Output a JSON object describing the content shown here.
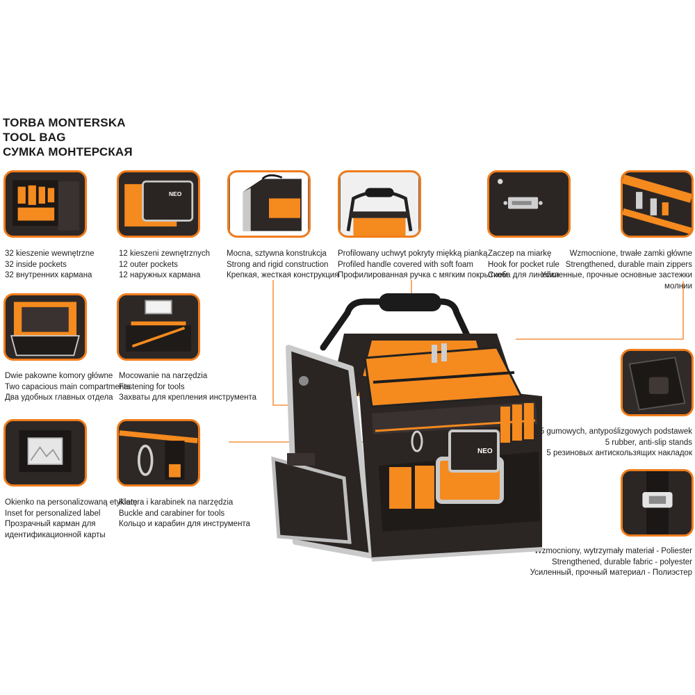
{
  "header": {
    "title_pl": "TORBA MONTERSKA",
    "title_en": "TOOL BAG",
    "title_ru": "СУМКА МОНТЕРСКАЯ"
  },
  "features": [
    {
      "name": "inside-pockets",
      "pl": "32 kieszenie wewnętrzne",
      "en": "32 inside pockets",
      "ru": "32 внутренних кармана"
    },
    {
      "name": "outer-pockets",
      "pl": "12 kieszeni zewnętrznych",
      "en": "12 outer pockets",
      "ru": "12 наружных кармана"
    },
    {
      "name": "rigid-construction",
      "pl": "Mocna, sztywna konstrukcja",
      "en": "Strong and rigid construction",
      "ru": "Крепкая, жесткая конструкция"
    },
    {
      "name": "profiled-handle",
      "pl": "Profilowany uchwyt pokryty miękką pianką",
      "en": "Profiled handle covered with soft foam",
      "ru": "Профилированная ручка с мягким покрытием"
    },
    {
      "name": "pocket-rule-hook",
      "pl": "Zaczep na miarkę",
      "en": "Hook for pocket rule",
      "ru": "Скоба для линейки"
    },
    {
      "name": "main-zippers",
      "pl": "Wzmocnione, trwałe zamki główne",
      "en": "Strengthened, durable main zippers",
      "ru1": "Усиленные, прочные основные застежки",
      "ru2": "молнии"
    },
    {
      "name": "main-compartments",
      "pl": "Dwie pakowne komory główne",
      "en": "Two capacious main compartments",
      "ru": "Два удобных главных отдела"
    },
    {
      "name": "tool-fastening",
      "pl": "Mocowanie na narzędzia",
      "en": "Fastening for tools",
      "ru": "Захваты для крепления инструмента"
    },
    {
      "name": "rubber-stands",
      "pl": "5 gumowych, antypoślizgowych podstawek",
      "en": "5 rubber, anti-slip stands",
      "ru": "5 резиновых антискользящих накладок"
    },
    {
      "name": "label-window",
      "pl": "Okienko na personalizowaną etykietę",
      "en": "Inset for personalized label",
      "ru1": "Прозрачный карман для",
      "ru2": "идентификационной карты"
    },
    {
      "name": "buckle-carabiner",
      "pl": "Klamra i karabinek na narzędzia",
      "en": "Buckle and carabiner for tools",
      "ru": "Кольцо и карабин для инструмента"
    },
    {
      "name": "durable-fabric",
      "pl": "Wzmocniony, wytrzymały materiał - Poliester",
      "en": "Strengthened, durable fabric - polyester",
      "ru": "Усиленный, прочный материал - Полиэстер"
    }
  ],
  "brand": {
    "logo_text": "NEO"
  },
  "colors": {
    "accent": "#f07c1a",
    "bag_body": "#2b2624",
    "bag_panel": "#f58a1f",
    "trim": "#b9b9b9"
  }
}
